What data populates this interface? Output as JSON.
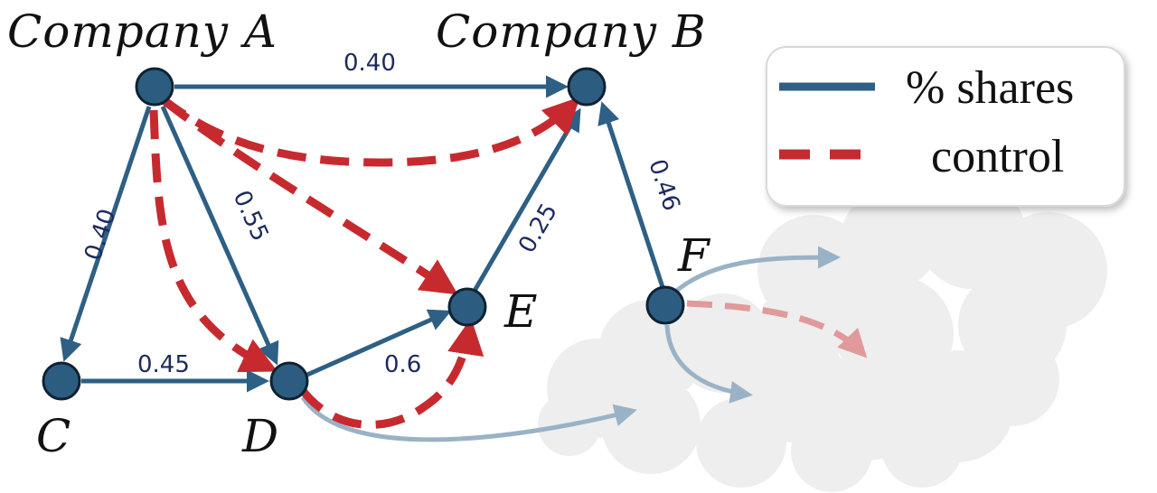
{
  "nodes": {
    "A": {
      "label": "Company A"
    },
    "B": {
      "label": "Company B"
    },
    "C": {
      "label": "C"
    },
    "D": {
      "label": "D"
    },
    "E": {
      "label": "E"
    },
    "F": {
      "label": "F"
    }
  },
  "edges": {
    "A_B": "0.40",
    "A_C": "0.40",
    "A_D": "0.55",
    "C_D": "0.45",
    "D_E": "0.6",
    "E_B": "0.25",
    "F_B": "0.46"
  },
  "legend": {
    "shares": "% shares",
    "control": "control"
  },
  "colors": {
    "shares": "#2e5f84",
    "control": "#c62a2f",
    "node_fill": "#2c5d80",
    "node_stroke": "#0f2233",
    "cloud": "#eeeeee"
  }
}
